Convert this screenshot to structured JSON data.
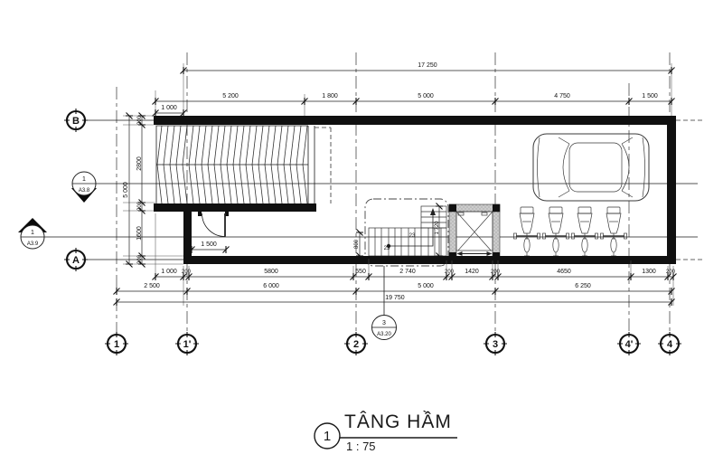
{
  "drawing": {
    "title": {
      "number": "1",
      "name": "TÂNG HẦM",
      "scale": "1 : 75"
    },
    "axes": {
      "a1": "1",
      "a1p": "1'",
      "a2": "2",
      "a3": "3",
      "a4p": "4'",
      "a4": "4",
      "b": "B",
      "a": "A"
    },
    "markers": {
      "a38_no": "1",
      "a38_sheet": "A3.8",
      "a39_no": "1",
      "a39_sheet": "A3.9",
      "a320_no": "3",
      "a320_sheet": "A3.20"
    },
    "dims": {
      "overall_top": "17 250",
      "offset_top": "1 000",
      "top_segs": [
        "5 200",
        "1 800",
        "5 000",
        "4 750",
        "1 500"
      ],
      "left_total": "5 000",
      "left_segs": [
        "200",
        "2800",
        "200",
        "1600",
        "200"
      ],
      "row1": [
        "1 000",
        "200",
        "5800",
        "550",
        "2 740",
        "200",
        "1420",
        "200",
        "4650",
        "1300",
        "200"
      ],
      "row2": [
        "2 500",
        "6 000",
        "5 000",
        "6 250"
      ],
      "row3": "19 750",
      "room_width": "1 500",
      "stair_width": "800",
      "stair_length": "1 720"
    },
    "stair_labels": {
      "n1": "23",
      "n2": "23"
    }
  }
}
